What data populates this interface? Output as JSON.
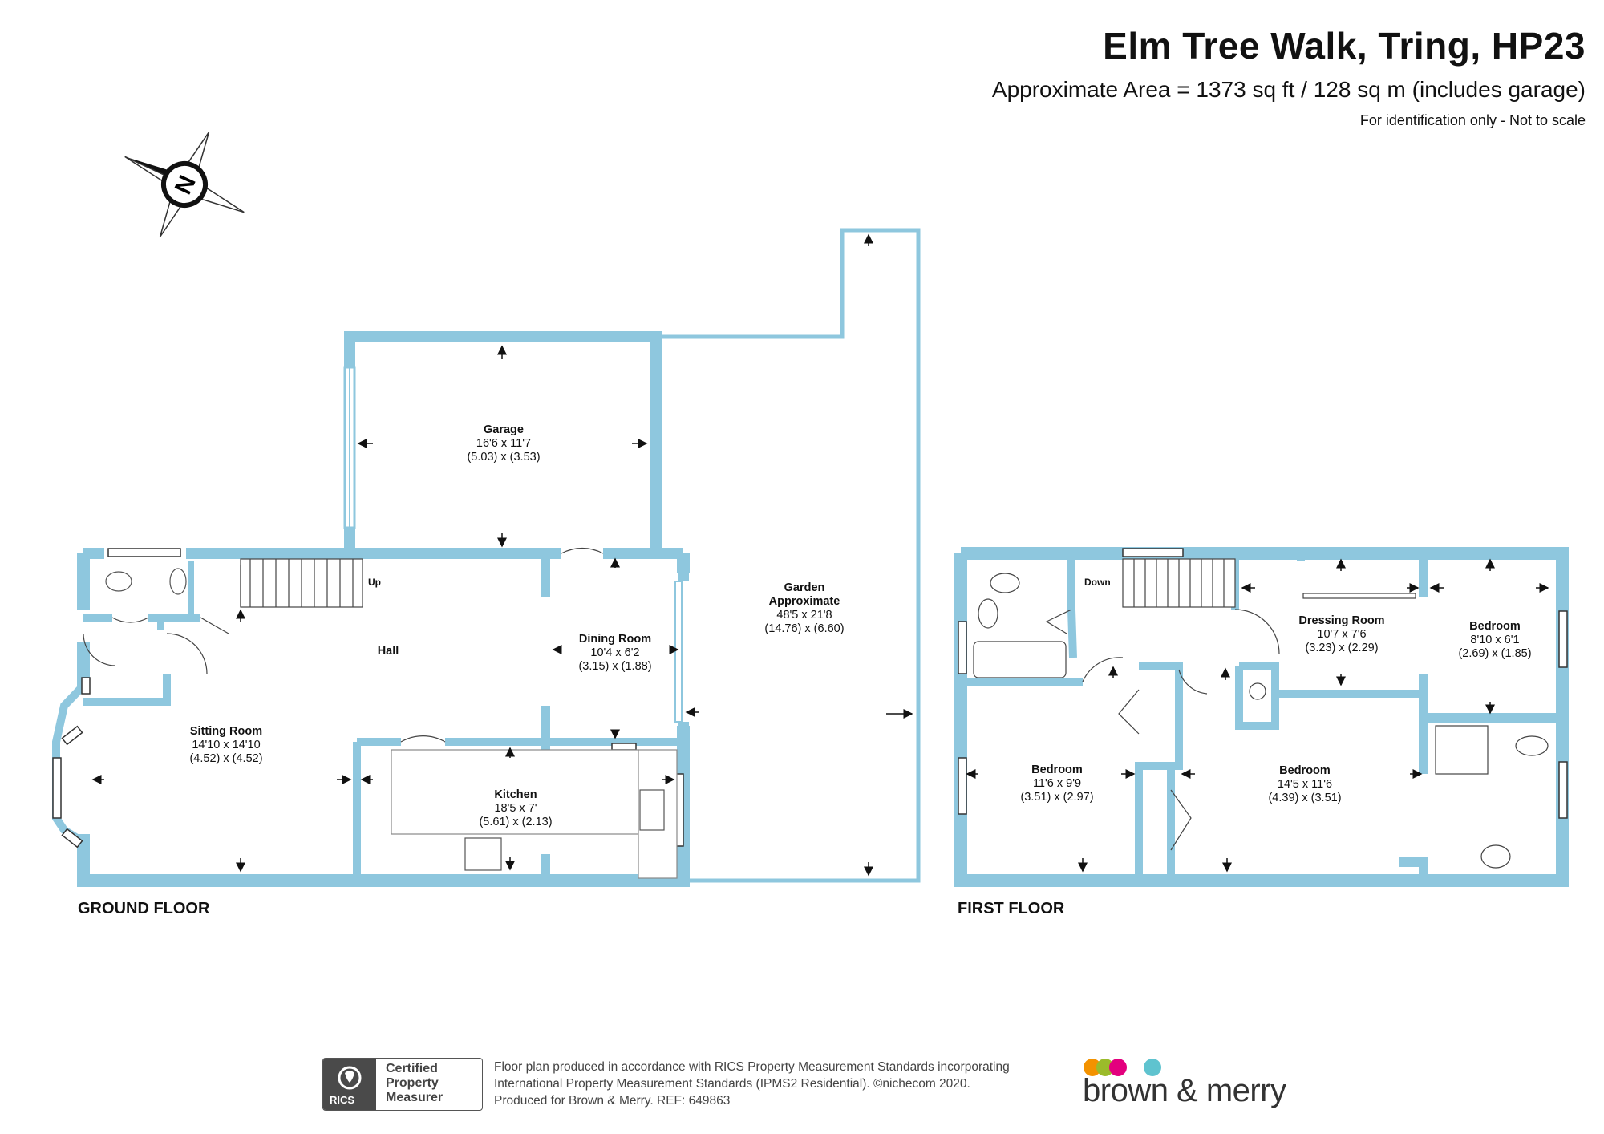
{
  "header": {
    "title": "Elm Tree Walk, Tring, HP23",
    "area": "Approximate Area = 1373 sq ft / 128 sq m (includes garage)",
    "note": "For identification only - Not to scale"
  },
  "compass": {
    "letter": "N"
  },
  "floors": {
    "ground": "GROUND FLOOR",
    "first": "FIRST FLOOR"
  },
  "rooms": {
    "garage": {
      "name": "Garage",
      "imperial": "16'6 x 11'7",
      "metric": "(5.03) x (3.53)"
    },
    "garden": {
      "name": "Garden",
      "name2": "Approximate",
      "imperial": "48'5 x 21'8",
      "metric": "(14.76) x (6.60)"
    },
    "hall": {
      "name": "Hall"
    },
    "dining": {
      "name": "Dining Room",
      "imperial": "10'4 x 6'2",
      "metric": "(3.15) x (1.88)"
    },
    "sitting": {
      "name": "Sitting Room",
      "imperial": "14'10 x 14'10",
      "metric": "(4.52) x (4.52)"
    },
    "kitchen": {
      "name": "Kitchen",
      "imperial": "18'5 x 7'",
      "metric": "(5.61) x (2.13)"
    },
    "dressing": {
      "name": "Dressing Room",
      "imperial": "10'7 x 7'6",
      "metric": "(3.23) x (2.29)"
    },
    "bed_small": {
      "name": "Bedroom",
      "imperial": "8'10 x 6'1",
      "metric": "(2.69) x (1.85)"
    },
    "bed_left": {
      "name": "Bedroom",
      "imperial": "11'6 x 9'9",
      "metric": "(3.51) x (2.97)"
    },
    "bed_main": {
      "name": "Bedroom",
      "imperial": "14'5 x 11'6",
      "metric": "(4.39) x (3.51)"
    }
  },
  "stairs": {
    "up": "Up",
    "down": "Down"
  },
  "footer": {
    "rics": "RICS",
    "cert_line1": "Certified",
    "cert_line2": "Property",
    "cert_line3": "Measurer",
    "line1": "Floor plan produced in accordance with RICS Property Measurement Standards incorporating",
    "line2": "International Property Measurement Standards (IPMS2 Residential).   ©nichecom 2020.",
    "line3": "Produced for Brown & Merry.   REF:  649863",
    "brand": "brown & merry"
  },
  "colors": {
    "wall": "#8ec7de",
    "brand_dots": [
      "#f39200",
      "#9bbb2b",
      "#e3007e",
      "#5fc3cf"
    ]
  }
}
